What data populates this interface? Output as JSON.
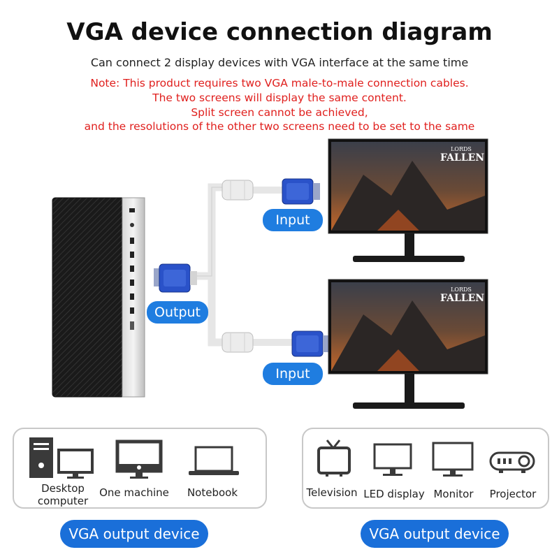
{
  "header": {
    "title": "VGA device connection diagram",
    "subtitle": "Can connect 2 display devices with VGA interface at the same time",
    "notes": [
      "Note: This product requires two VGA male-to-male connection cables.",
      "The two screens will display the same content.",
      "Split screen cannot be achieved,",
      "and the resolutions of the other two screens need to be set to the same"
    ]
  },
  "diagram": {
    "output_label": "Output",
    "input_top_label": "Input",
    "input_bottom_label": "Input",
    "monitor_logo_line1": "LORDS",
    "monitor_logo_line2": "FALLEN"
  },
  "output_devices": {
    "items": [
      {
        "label": "Desktop computer",
        "icon": "desktop-computer-icon"
      },
      {
        "label": "One machine",
        "icon": "all-in-one-icon"
      },
      {
        "label": "Notebook",
        "icon": "notebook-icon"
      }
    ],
    "caption": "VGA output device"
  },
  "display_devices": {
    "items": [
      {
        "label": "Television",
        "icon": "television-icon"
      },
      {
        "label": "LED display",
        "icon": "led-display-icon"
      },
      {
        "label": "Monitor",
        "icon": "monitor-icon"
      },
      {
        "label": "Projector",
        "icon": "projector-icon"
      }
    ],
    "caption": "VGA output device"
  },
  "colors": {
    "accent_blue": "#1f7de0",
    "note_red": "#e0201e",
    "connector_blue": "#2a52c9"
  }
}
